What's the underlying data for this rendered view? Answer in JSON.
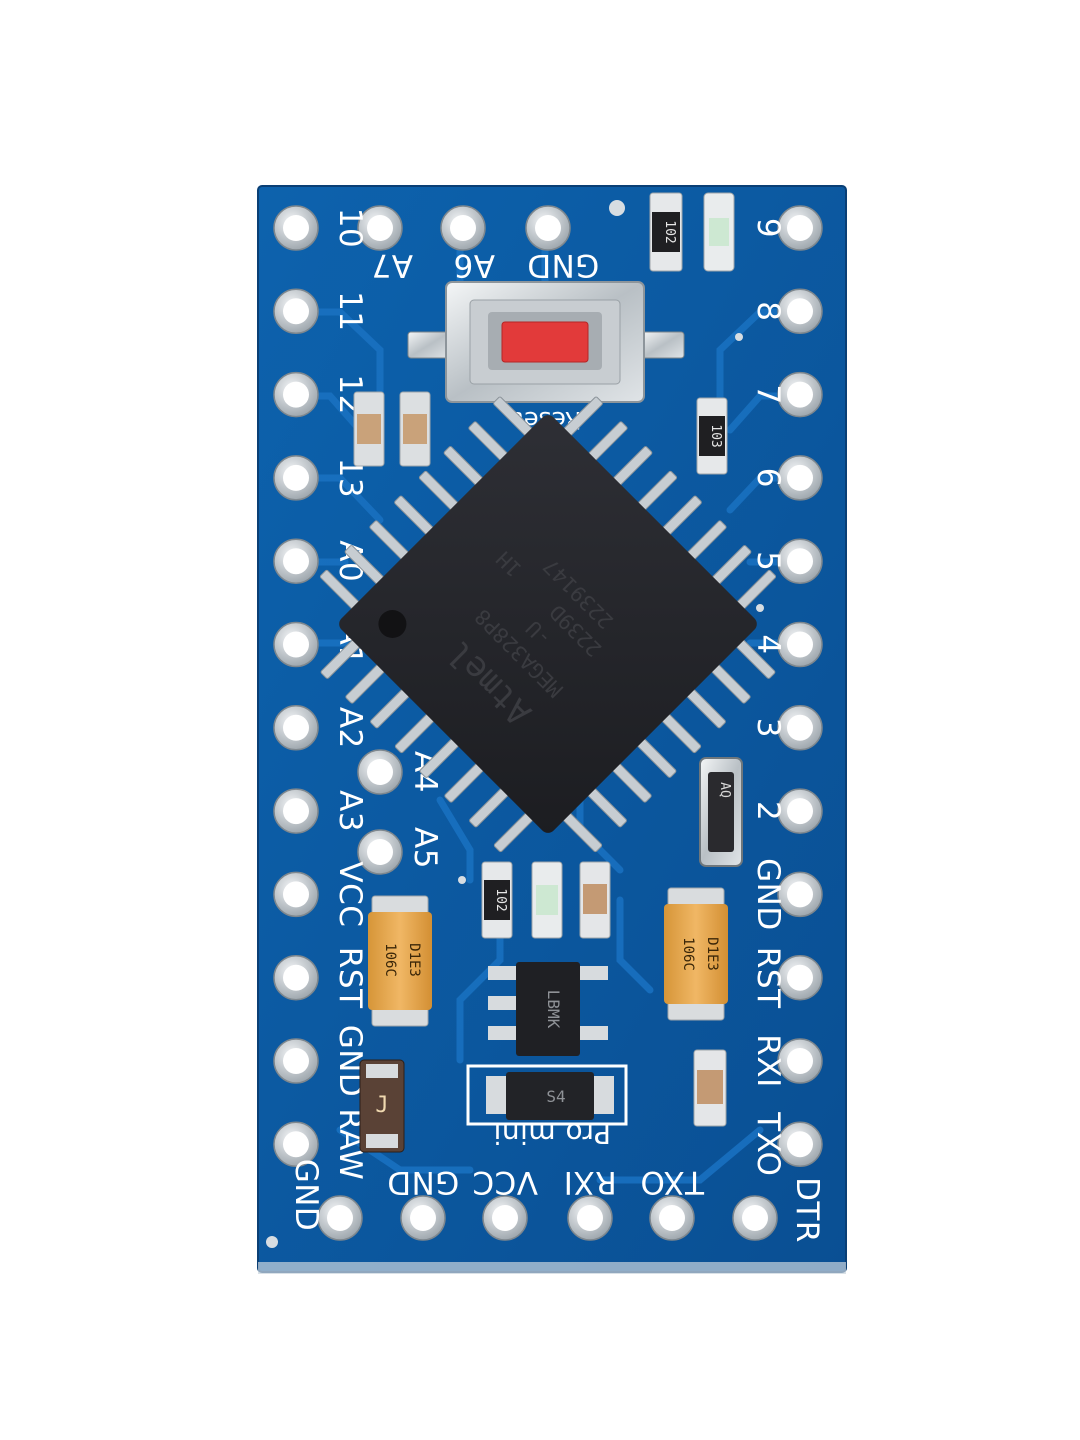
{
  "board": {
    "name": "Pro mini",
    "chip": {
      "brand": "Atmel",
      "model": "MEGA328P8",
      "suffix": "-U",
      "lot1": "2239D",
      "lot2": "1H",
      "lot3": "2239147"
    },
    "reset_label": "Reset",
    "left_pins": [
      "10",
      "11",
      "12",
      "13",
      "A0",
      "A1",
      "A2",
      "A3",
      "VCC",
      "RST",
      "GND",
      "RAW"
    ],
    "right_pins": [
      "9",
      "8",
      "7",
      "6",
      "5",
      "4",
      "3",
      "2",
      "GND",
      "RST",
      "RXI",
      "TXO"
    ],
    "top_pins": [
      "A7",
      "A6",
      "GND"
    ],
    "inner_pins": [
      "A4",
      "A5"
    ],
    "bottom_pins": [
      "GND",
      "GND",
      "VCC",
      "RXI",
      "TXO",
      "DTR"
    ],
    "resistor_labels": [
      "102",
      "103",
      "102"
    ],
    "regulator_label": "LBMK",
    "diode_label": "S4",
    "tant_labels": [
      "106C",
      "106C"
    ],
    "crystal_label": "AQ",
    "fuse_label": "J"
  },
  "colors": {
    "pcb": "#0b5aa3",
    "pcb_dark": "#084a8a",
    "trace": "#1668b5",
    "silkscreen": "#ffffff",
    "pad": "#cfd4d8",
    "chip": "#26272c",
    "button": "#e23a3a",
    "tantalum": "#e7a84a"
  }
}
